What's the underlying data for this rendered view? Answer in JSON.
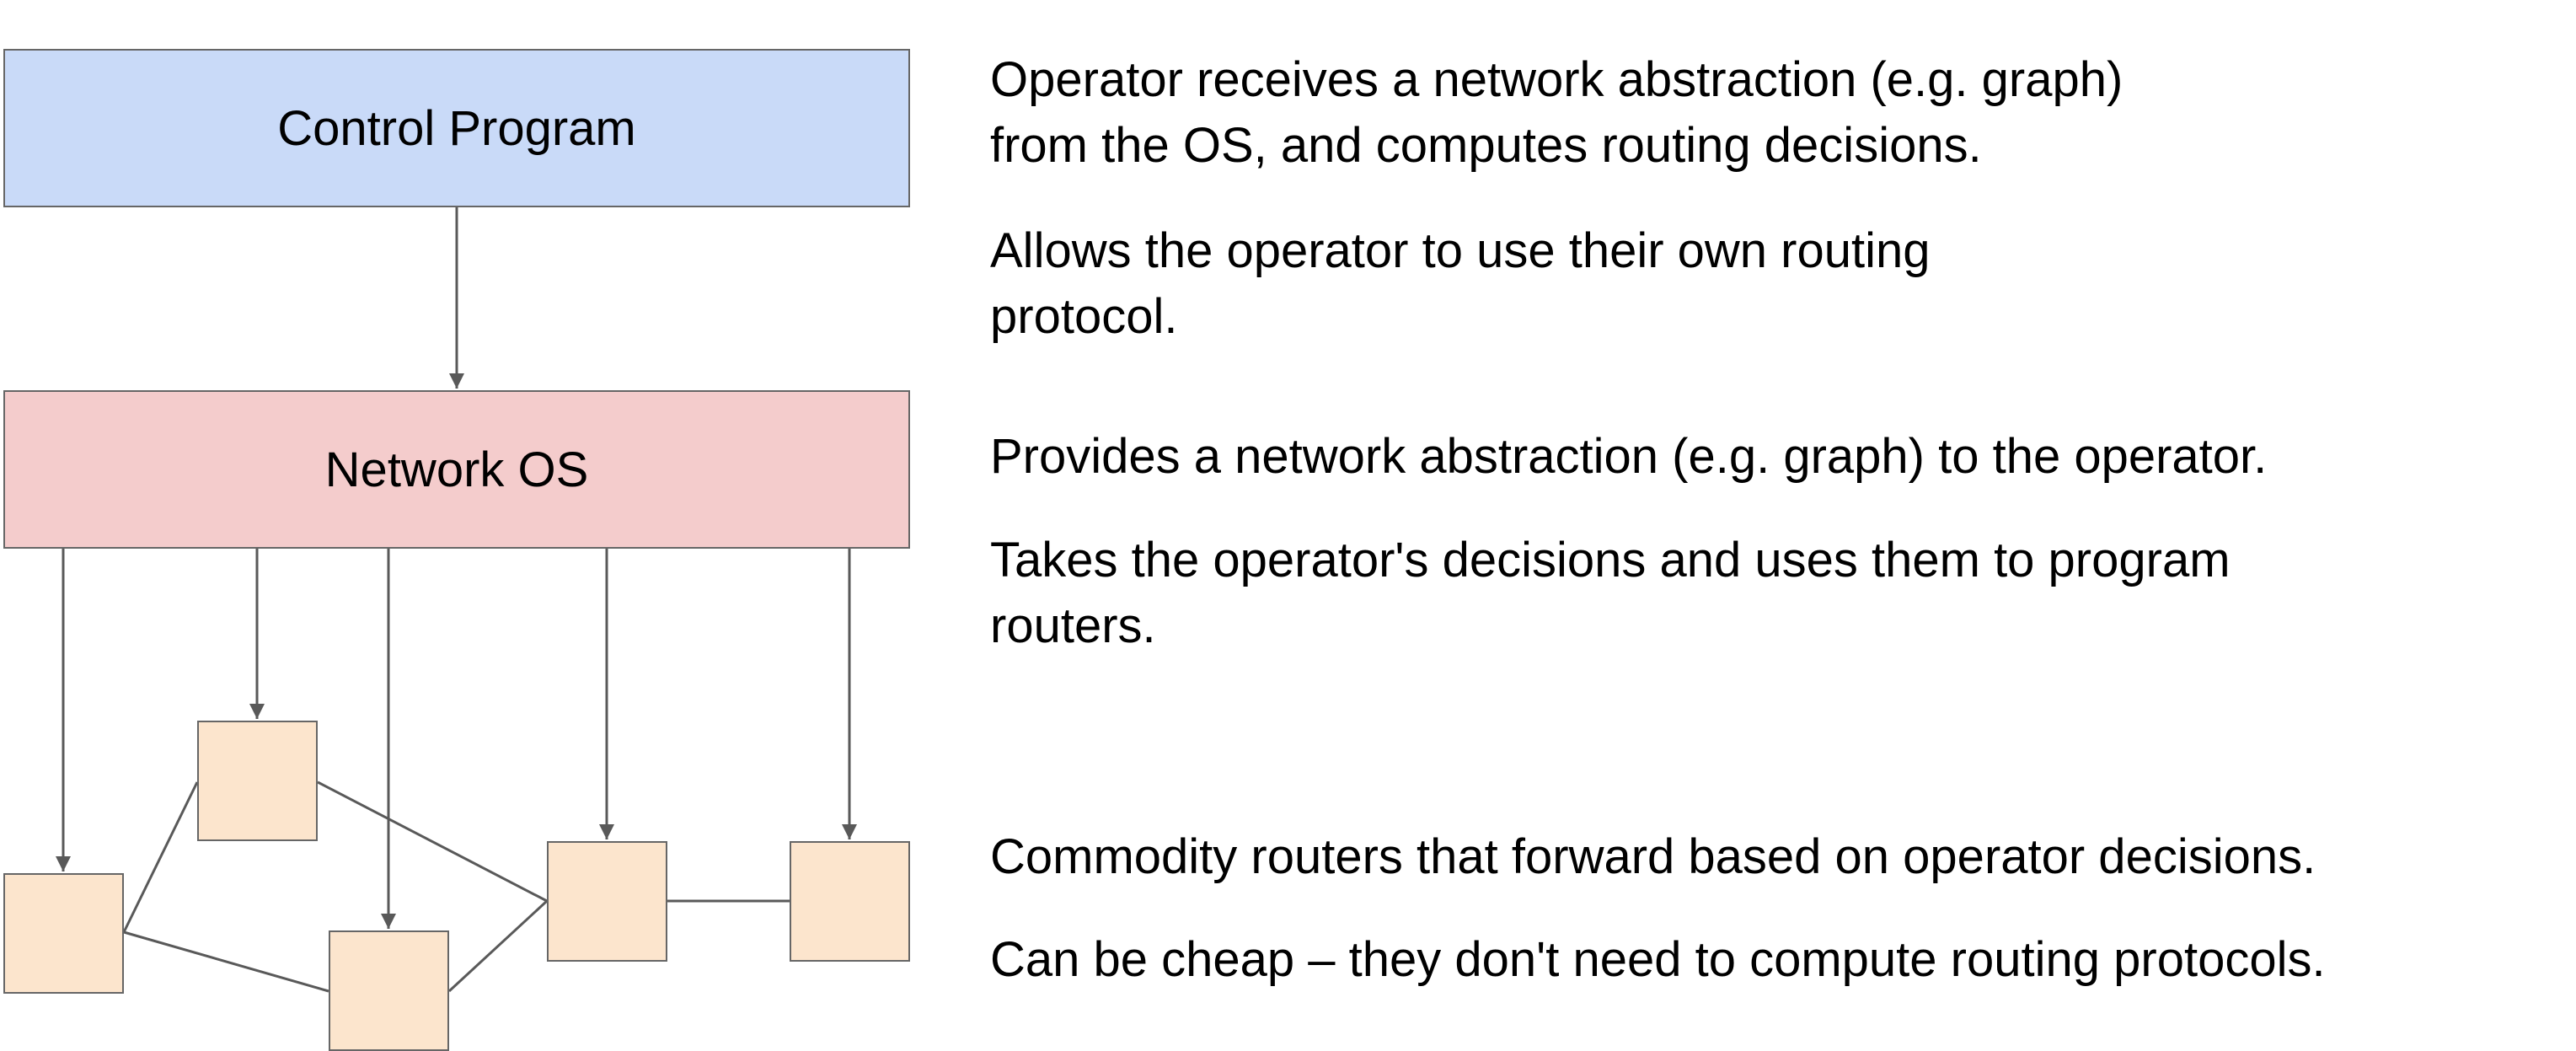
{
  "diagram": {
    "control_program": "Control Program",
    "network_os": "Network OS"
  },
  "descriptions": {
    "control_program_line_1": "Operator receives a network abstraction (e.g. graph)",
    "control_program_line_2": "from the OS, and computes routing decisions.",
    "control_program_line_3": "Allows the operator to use their own routing",
    "control_program_line_4": "protocol.",
    "network_os_line_1": "Provides a network abstraction (e.g. graph) to the operator.",
    "network_os_line_2": "Takes the operator's decisions and uses them to program",
    "network_os_line_3": "routers.",
    "routers_line_1": "Commodity routers that forward based on operator decisions.",
    "routers_line_2": "Can be cheap – they don't need to compute routing protocols."
  },
  "colors": {
    "control_program_fill": "#c9daf8",
    "network_os_fill": "#f4cccc",
    "router_fill": "#fce5cd",
    "stroke": "#666666"
  }
}
